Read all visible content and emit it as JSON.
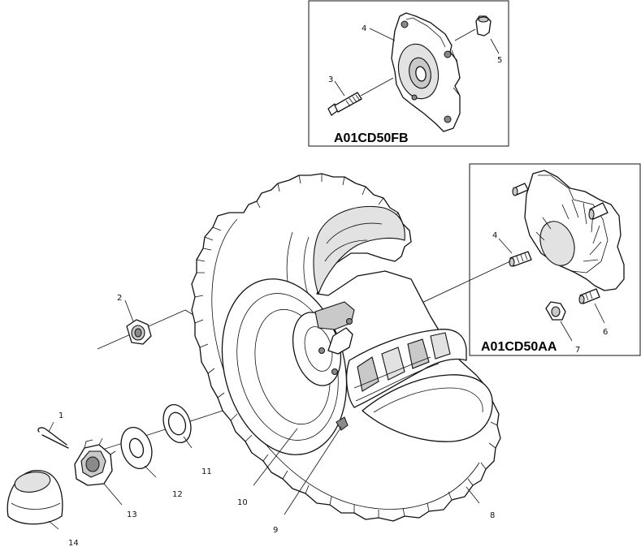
{
  "inset_top": {
    "code": "A01CD50FB"
  },
  "inset_right": {
    "code": "A01CD50AA"
  },
  "callouts": {
    "c1": "1",
    "c2": "2",
    "c3": "3",
    "c4a": "4",
    "c4b": "4",
    "c5": "5",
    "c6": "6",
    "c7": "7",
    "c8": "8",
    "c9": "9",
    "c10": "10",
    "c11": "11",
    "c12": "12",
    "c13": "13",
    "c14": "14"
  },
  "icons": {
    "hub_top": "wheel-hub-icon",
    "hub_right": "wheel-hub-icon",
    "tire": "tire-icon",
    "rim": "wheel-rim-icon",
    "nut": "hex-nut-icon",
    "washer": "washer-icon",
    "cap": "hub-cap-icon",
    "pin": "cotter-pin-icon"
  }
}
